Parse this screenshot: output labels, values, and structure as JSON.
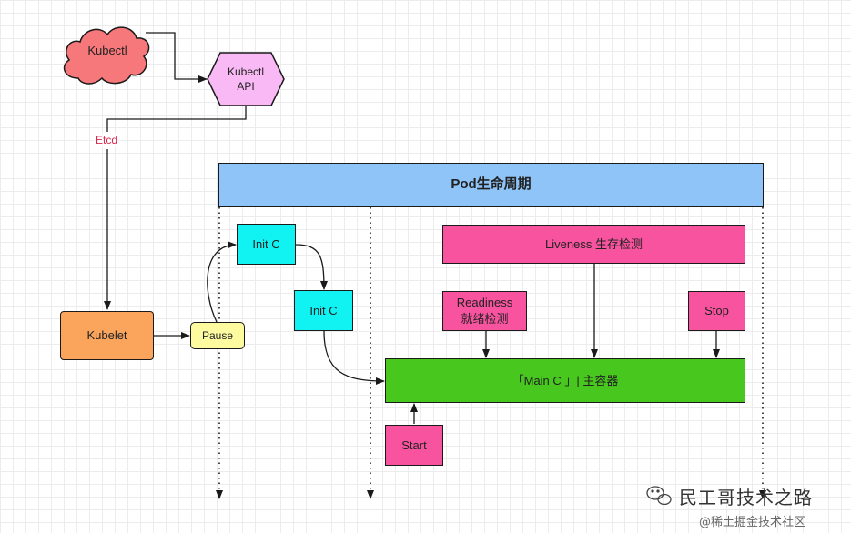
{
  "nodes": {
    "kubectl": "Kubectl",
    "kubectl_api_line1": "Kubectl",
    "kubectl_api_line2": "API",
    "etcd": "Etcd",
    "pod_lifecycle": "Pod生命周期",
    "init_c_1": "Init C",
    "init_c_2": "Init C",
    "liveness": "Liveness 生存检测",
    "readiness_line1": "Readiness",
    "readiness_line2": "就绪检测",
    "stop": "Stop",
    "kubelet": "Kubelet",
    "pause": "Pause",
    "main_c": "「Main C 」| 主容器",
    "start": "Start"
  },
  "watermark": {
    "brand": "民工哥技术之路",
    "site": "@稀土掘金技术社区"
  },
  "colors": {
    "pod": "#8ec4f8",
    "cloud": "#f7787a",
    "api": "#f9b9f4",
    "pink": "#f7539f",
    "cyan": "#11f2f2",
    "green": "#48c81e",
    "orange": "#fba55c",
    "pause": "#fdfaa0",
    "etcd_text": "#d8294c"
  }
}
